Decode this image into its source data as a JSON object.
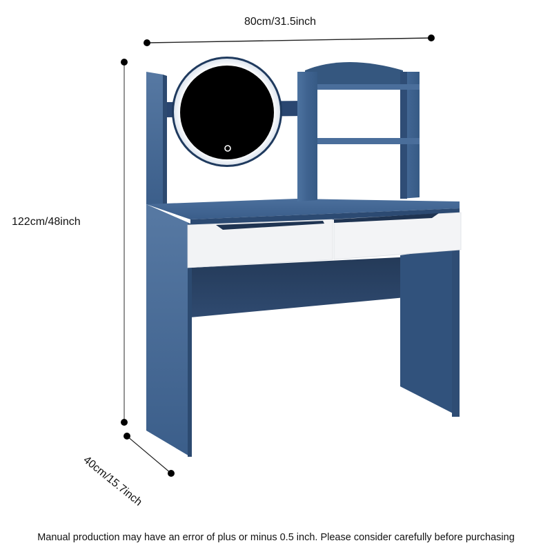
{
  "product": {
    "name": "Vanity desk with round LED mirror, two drawers and hutch shelves",
    "colors": {
      "wood_blue": "#3f6390",
      "wood_blue_dark": "#2b4566",
      "wood_blue_light": "#5a7ea8",
      "drawer_white": "#f2f3f5",
      "mirror_black": "#000000",
      "mirror_ring": "#ffffff"
    },
    "parts": {
      "mirror": "round-led-mirror",
      "mirror_button": "touch-button",
      "shelves": 2,
      "drawers": 2
    }
  },
  "dimensions": {
    "width": "80cm/31.5inch",
    "height": "122cm/48inch",
    "depth": "40cm/15.7inch"
  },
  "footer": {
    "note": "Manual production may have an error of plus or minus 0.5 inch. Please consider carefully before purchasing"
  }
}
